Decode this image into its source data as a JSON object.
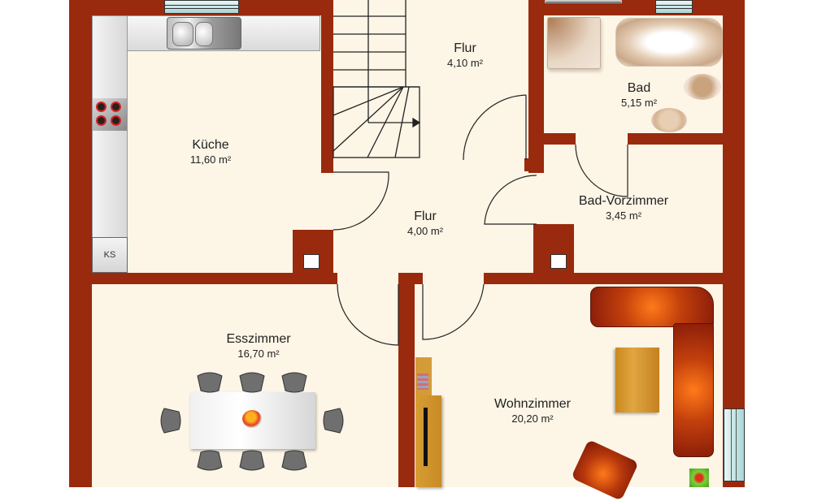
{
  "floorplan": {
    "wall_color": "#9a2a0d",
    "floor_color": "#fdf5e6",
    "rooms": [
      {
        "id": "kueche",
        "name": "Küche",
        "area": "11,60 m²"
      },
      {
        "id": "flur-top",
        "name": "Flur",
        "area": "4,10 m²"
      },
      {
        "id": "bad",
        "name": "Bad",
        "area": "5,15 m²"
      },
      {
        "id": "flur-mid",
        "name": "Flur",
        "area": "4,00 m²"
      },
      {
        "id": "bad-vorzimmer",
        "name": "Bad-Vorzimmer",
        "area": "3,45 m²"
      },
      {
        "id": "esszimmer",
        "name": "Esszimmer",
        "area": "16,70 m²"
      },
      {
        "id": "wohnzimmer",
        "name": "Wohnzimmer",
        "area": "20,20 m²"
      }
    ],
    "fixtures": {
      "fridge_label": "KS"
    },
    "icons": [
      "sink-icon",
      "stove-icon",
      "fridge-icon",
      "staircase-icon",
      "shower-icon",
      "bathtub-icon",
      "toilet-icon",
      "washbasin-icon",
      "dining-table-icon",
      "chair-icon",
      "fruit-bowl-icon",
      "sofa-icon",
      "armchair-icon",
      "coffee-table-icon",
      "tv-cabinet-icon",
      "plant-icon",
      "window-icon",
      "door-icon",
      "shaft-icon"
    ]
  }
}
